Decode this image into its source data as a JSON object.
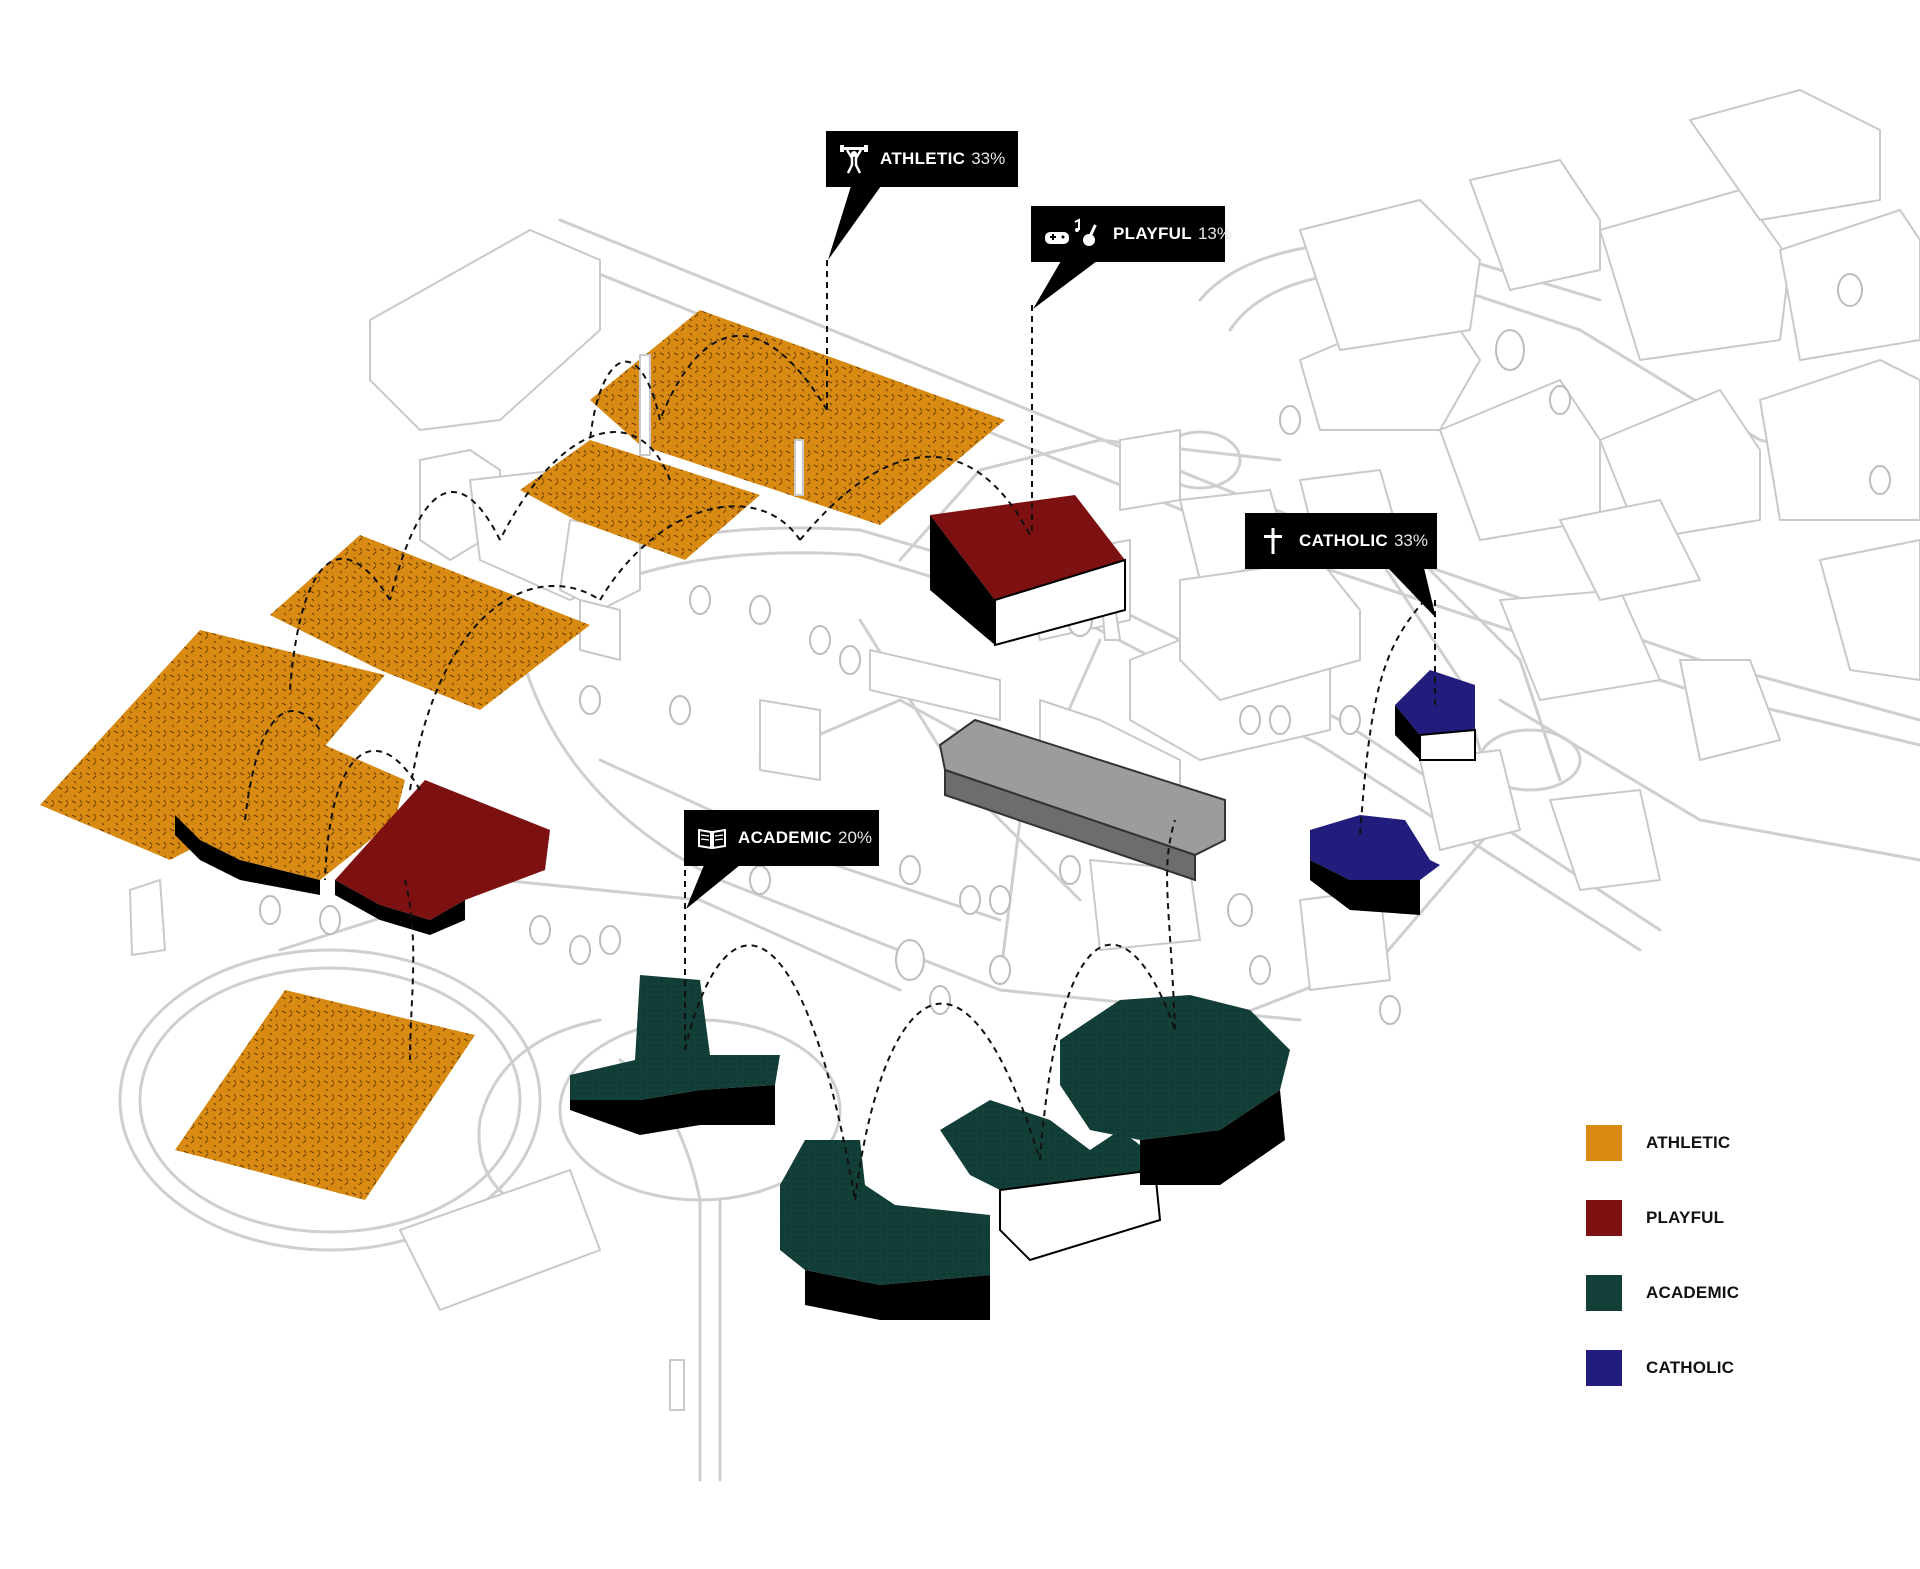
{
  "callouts": {
    "athletic": {
      "label": "ATHLETIC",
      "percent": "33%",
      "icon": "weightlifter-icon"
    },
    "playful": {
      "label": "PLAYFUL",
      "percent": "13%",
      "icon": "gamepad-guitar-icon"
    },
    "catholic": {
      "label": "CATHOLIC",
      "percent": "33%",
      "icon": "cross-icon"
    },
    "academic": {
      "label": "ACADEMIC",
      "percent": "20%",
      "icon": "book-icon"
    }
  },
  "legend": [
    {
      "label": "ATHLETIC",
      "color": "#d98a12"
    },
    {
      "label": "PLAYFUL",
      "color": "#7d1111"
    },
    {
      "label": "ACADEMIC",
      "color": "#123f38"
    },
    {
      "label": "CATHOLIC",
      "color": "#221c7d"
    }
  ],
  "colors": {
    "athletic": "#d98a12",
    "playful": "#7d1111",
    "academic": "#123f38",
    "catholic": "#221c7d",
    "outline": "#c9c9c9"
  }
}
